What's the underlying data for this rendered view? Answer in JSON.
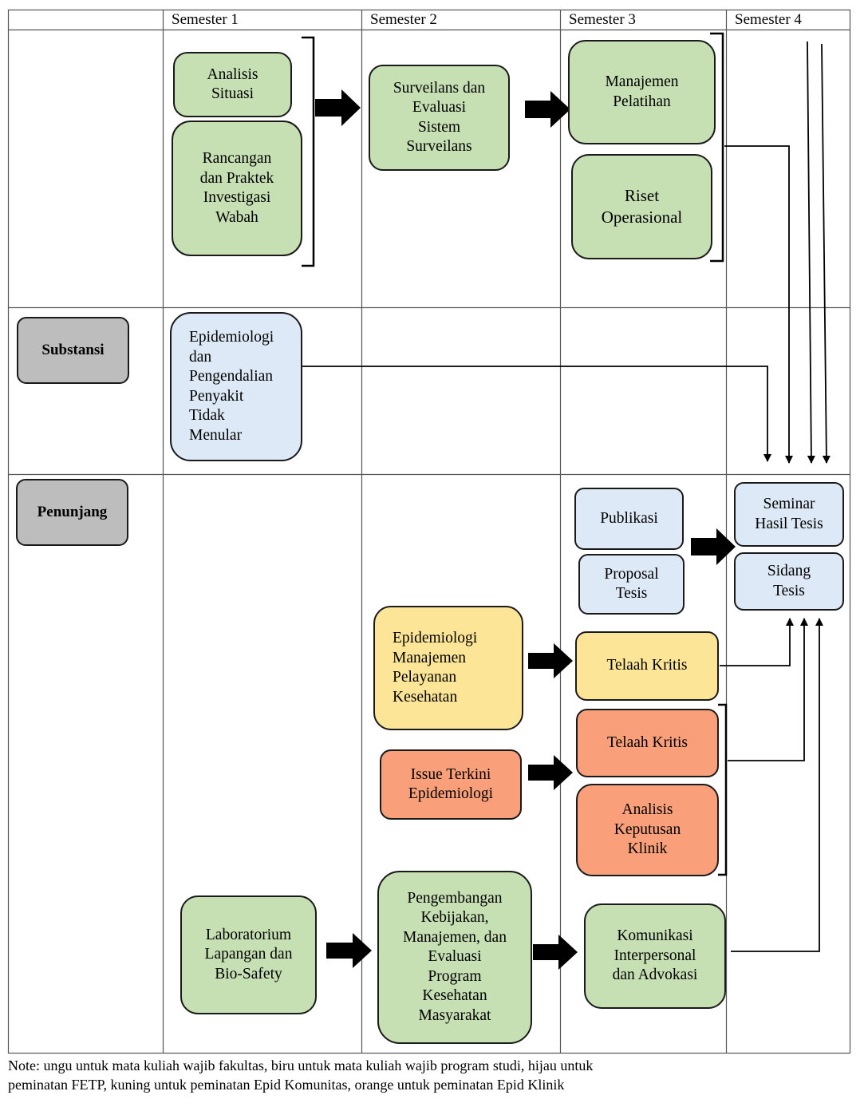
{
  "headers": [
    "Semester 1",
    "Semester 2",
    "Semester 3",
    "Semester 4"
  ],
  "rows": {
    "substansi": "Substansi",
    "penunjang": "Penunjang"
  },
  "boxes": {
    "analisis_situasi": "Analisis\nSituasi",
    "rancangan": "Rancangan\ndan Praktek\nInvestigasi\nWabah",
    "surveilans": "Surveilans dan\nEvaluasi\nSistem\nSurveilans",
    "manajemen_pelatihan": "Manajemen\nPelatihan",
    "riset_operasional": "Riset\nOperasional",
    "epid_ptm": "Epidemiologi\ndan\nPengendalian\nPenyakit\nTidak\nMenular",
    "publikasi": "Publikasi",
    "proposal_tesis": "Proposal\nTesis",
    "seminar_hasil": "Seminar\nHasil Tesis",
    "sidang_tesis": "Sidang\nTesis",
    "epid_manajemen": "Epidemiologi\nManajemen\nPelayanan\nKesehatan",
    "telaah_kritis_yellow": "Telaah Kritis",
    "issue_terkini": "Issue Terkini\nEpidemiologi",
    "telaah_kritis_orange": "Telaah Kritis",
    "analisis_keputusan": "Analisis\nKeputusan\nKlinik",
    "laboratorium": "Laboratorium\nLapangan dan\nBio-Safety",
    "pengembangan": "Pengembangan\nKebijakan,\nManajemen, dan\nEvaluasi\nProgram\nKesehatan\nMasyarakat",
    "komunikasi": "Komunikasi\nInterpersonal\ndan Advokasi"
  },
  "colors": {
    "green": "#c6dfb3",
    "blue": "#dde9f6",
    "yellow": "#fde598",
    "orange": "#f9a07a",
    "gray": "#bdbdbd"
  },
  "note": {
    "line1": "Note: ungu untuk mata kuliah wajib fakultas, biru untuk mata kuliah wajib program studi, hijau untuk",
    "line2": "peminatan FETP, kuning untuk peminatan Epid Komunitas, orange untuk peminatan Epid Klinik"
  }
}
